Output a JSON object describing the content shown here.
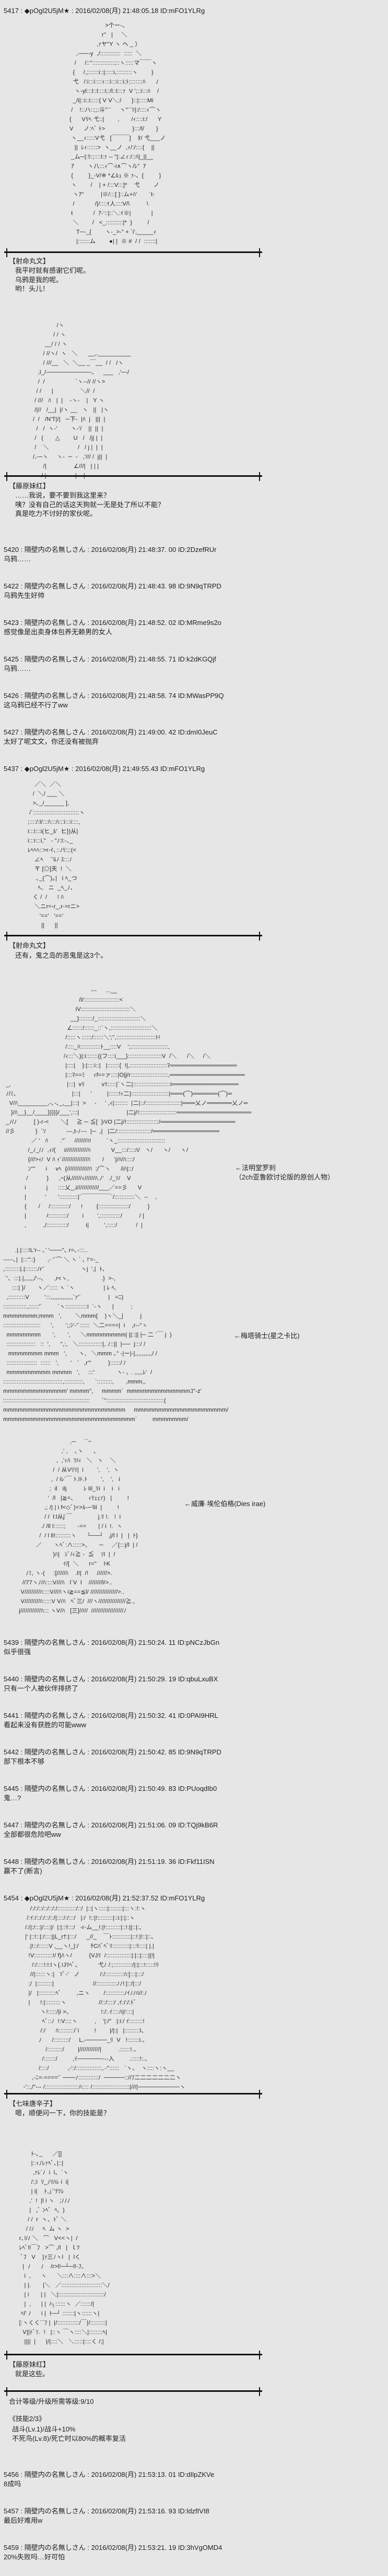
{
  "posts": {
    "p5417": {
      "header": "5417 : ◆pOgl2U5jM★ : 2016/02/08(月) 21:48:05.18 ID:mFO1YLRg"
    },
    "p5420": {
      "header": "5420 : 隔壁内の名無しさん : 2016/02/08(月) 21:48:37. 00 ID:2DzefRUr",
      "body": "乌鸦……"
    },
    "p5422": {
      "header": "5422 : 隔壁内の名無しさん : 2016/02/08(月) 21:48:43. 98 ID:9N9qTRPD",
      "body": "乌鸦先生好帅"
    },
    "p5423": {
      "header": "5423 : 隔壁内の名無しさん : 2016/02/08(月) 21:48:52. 02 ID:MRme9s2o",
      "body": "感觉像是出卖身体包养无赖男的女人"
    },
    "p5425": {
      "header": "5425 : 隔壁内の名無しさん : 2016/02/08(月) 21:48:55. 71 ID:k2dKGQjf",
      "body": "乌鸦……"
    },
    "p5426": {
      "header": "5426 : 隔壁内の名無しさん : 2016/02/08(月) 21:48:58. 74 ID:MWasPP9Q",
      "body": "这乌鸦已经不行了ww"
    },
    "p5427": {
      "header": "5427 : 隔壁内の名無しさん : 2016/02/08(月) 21:49:00. 42 ID:dmI0JeuC",
      "body": "太好了呢文文，你还没有被抛弃"
    },
    "p5437": {
      "header": "5437 : ◆pOgl2U5jM★ : 2016/02/08(月) 21:49:55.43 ID:mFO1YLRg"
    },
    "p5439": {
      "header": "5439 : 隔壁内の名無しさん : 2016/02/08(月) 21:50:24. 11 ID:pNCzJbGn",
      "body": "似乎很强"
    },
    "p5440": {
      "header": "5440 : 隔壁内の名無しさん : 2016/02/08(月) 21:50:29. 19 ID:qbuLxuBX",
      "body": "只有一个人被伙伴排挤了"
    },
    "p5441": {
      "header": "5441 : 隔壁内の名無しさん : 2016/02/08(月) 21:50:32. 41 ID:0PAI9HRL",
      "body": "看起来没有获胜的可能www"
    },
    "p5442": {
      "header": "5442 : 隔壁内の名無しさん : 2016/02/08(月) 21:50:42. 85 ID:9N9qTRPD",
      "body": "部下根本不够"
    },
    "p5445": {
      "header": "5445 : 隔壁内の名無しさん : 2016/02/08(月) 21:50:49. 83 ID:PUoqdIb0",
      "body": "鬼…?"
    },
    "p5447": {
      "header": "5447 : 隔壁内の名無しさん : 2016/02/08(月) 21:51:06. 09 ID:TQj9kB6R",
      "body": "全部都很危险吧ww"
    },
    "p5448": {
      "header": "5448 : 隔壁内の名無しさん : 2016/02/08(月) 21:51:19. 36 ID:Fkf11ISN",
      "body": "赢不了(断言)"
    },
    "p5454": {
      "header": "5454 : ◆pOgl2U5jM★ : 2016/02/08(月) 21:52:37.52 ID:mFO1YLRg"
    },
    "p5456": {
      "header": "5456 : 隔壁内の名無しさん : 2016/02/08(月) 21:53:13. 01 ID:dIlpZKVe",
      "body": "8成吗"
    },
    "p5457": {
      "header": "5457 : 隔壁内の名無しさん : 2016/02/08(月) 21:53:16. 93 ID:ldzfIVI8",
      "body": "最后好难用w"
    },
    "p5459": {
      "header": "5459 : 隔壁内の名無しさん : 2016/02/08(月) 21:53:21. 19 ID:3hVgOMD4",
      "body": "20%失败吗…好可怕"
    }
  },
  "dialogs": {
    "d1": {
      "speaker": "【射命丸文】",
      "lines": [
        "我平时就有感谢它们呢。",
        "乌鸦是我的呢。",
        "哟！头儿！"
      ]
    },
    "d2": {
      "speaker": "【藤原妹红】",
      "lines": [
        "……我说，要不要到我这里来？",
        "咦？没有自己的话这天狗就一无是处了所以不能？",
        "真是吃力不讨好的家伙呢。"
      ]
    },
    "d3": {
      "speaker": "【射命丸文】",
      "lines": [
        "还有，鬼之岛的恶鬼是这3个。"
      ]
    },
    "d4": {
      "speaker": "【七味唐辛子】",
      "lines": [
        "嗯，顺便问一下，你的技能是？"
      ]
    },
    "d5": {
      "speaker": "【藤原妹红】",
      "lines": [
        "就是这些。"
      ]
    }
  },
  "annotations": {
    "rasetsu": [
      "←法明堂罗刹",
      "（2ch亚鲁欧讨论版的原创人物）"
    ],
    "metaknight": "←梅塔骑士(星之卡比)",
    "wilhelm": "←威廉·埃伦伯格(Dies irae)"
  },
  "status": {
    "level": "合计等级/升级所需等级:9/10",
    "skills_title": "《技能2/3》",
    "skills": [
      "战斗(Lv.1)/战斗+10%",
      "不死鸟(Lv.8)/死亡时以80%的概率复活"
    ]
  },
  "ascii_art": {
    "aya_doll": [
      "                         >个ー-、",
      "                       r''   |     ＼",
      "                    ,ｧヤ\"Y ヽ ヘ _ ）",
      "        ,-──-y  ,/::::::::::::  :::::  ＼",
      "       /     /::'':::::::::::::;::ヽ:::::マ￣￣ヽ",
      "      {     /,;::::::i::|:::::i,:::::::::ヽ        }",
      "      弋   /:i:::i::::ｨ:::i:::i:::i;ﾄ;:::::::ﾊ      ﾉ",
      "       ヽ-yl:::l::l::::i;:/l::l:::ｧ  V ';::i:::ﾊ    /",
      "      _/i|::i::i:::::{ V V＼:/      }::|:::::Mi",
      "     /    !::ハ::;;:斗\"¨¨     ヽ\"¨¨ｿ|:/::::ｨ⌒ヽ",
      "    {      Vﾘﾍ 弋::|        ,       /ｨ::::i:/      Y",
      "    V      ノ:ﾍﾞ ﾄ>                }:::/l/       }",
      "     ヽ__ｨ:::::V弋   [￣￣￣]    ﾀ/ 弋___ノ",
      "       ||  ﾚｨ::::::>  ヽ__ノ  ,ｨ/:/::::{    ||",
      "     _ム─|:ﾘ:;::::l:ｧ ‐- \"|:∠ｨ:/::ﾊ|_||__",
      "     ｱ        ヽ八:::ｨ⌒-i∧⌒ヽ/ﾚ\"  ｱ",
      "     {         }_-V/※ *∠ﾙｭ ※ ｧ-、{         }",
      "     ヽ        /    | + /:::V:::]*    弋        ノ",
      "      ヽｱ\"          |※/:::[ ]::ム+ﾊ'       `t-",
      "      /            /|/::::ｲ人::::V/\\          \\",
      "     t            /  ｱ-'::|::＼:ｲ※|            |",
      "      ＼        /   <_::::::::::|*  }         /",
      "        T─-_{        ヽ-_>-\" + `i',_____ｨ",
      "        |:::::::ム        ●| |  ※ #  / /  :::::::|"
    ],
    "aya_crow": [
      "                  /ヽ",
      "                / / ヽ",
      "           __/ / / ヽ",
      "          / //ヽ/  ヽ   ＼      __,.__________",
      "          / ///__   ＼  ＼__ _￣__  / /   /ヽ",
      "       ,l_/-──────────-､     ___   ,'─-/",
      "       /  /                  `ヽ--// //ヽ>",
      "      / /      |                ＼//  /",
      "     / ///   ﾊ   |  |    -ヽ-    |   Y ヽ",
      "     /|//   /__|  |/ヽ __   ヽ   ||   |ヽ",
      "    /  /   /N'T|/|   ─下-  |ﾊ  j   |||  |",
      "      /   /  ヽ-'        ヽ-'/    ||  ||  |",
      "     /   (       △        U   /   /j| |  |",
      "     /    ＼                 /   / j |  |  |",
      "    /,-─ヽ     ヽ-  ─  ‐   ,'/// /  j||  |",
      "          /|                ∠///|   | | |",
      "         / j                 |    |"
    ],
    "aya_small": [
      "        ／＼  ／＼",
      "       /  ＼/ ___ ＼",
      "       >､_/______ ],",
      "     /´:::::::::::::::::::::::::::ヽ",
      "    ;::::/:l/:::ﾊ:::ﾊ:::i:::i::::,",
      "    i:::i:::i(ヒ_ﾙ'  ヒ})从|",
      "    i:::i:::i,\"   ‐ \"ﾉ:l:-､_",
      "    ﾚﾍﾍﾍ::>r-ｲ､::ﾉﾘ:;:(<",
      "        ∠ﾍ    `'ﾙﾉ ｽ:::ﾉ",
      "        〒 [◎]天  !  ＼",
      "         ､_(⌒)｡|   i ﾍ_つ",
      "          ﾍ、 ニ  _ﾍ_ﾉ、",
      "       く /  /      ! ﾊ",
      "        ＼ニr=-r_,r-=rニ>",
      "           '=='   '=='",
      "            ||      ||"
    ],
    "rasetsu": [
      "                                                   ---     ...__",
      "                                            /l/:::::::::::::::::::::<",
      "                                          iV:::::::::::::::::::::::::::::＼",
      "                                       __}::::::::/_:::::::::::::::::::::::::＼",
      "                                     ∠::::::/::::::_::`ヽ,::::::::::::::::::::::::＼",
      "                                    /:::::ヽ::::::/::::::＼';'',:::::::::::::::::::::::ﾄ!",
      "                                    /::::_ﾊ::::::::::::ﾄ__::::V    ';::::::::::::::::::::::,",
      "                                   /ｨ:::＼)|:i:::::::{(フ::::i___}::::::::::::::::::::V  /＼      /＼     /＼",
      "                                    |::::|    }:|::::i::|   |:::::::{  !|,::::::::::::::::::::::ﾏ════════════════",
      "                                    |:::ﾏ==ﾐ     ｨf==ァ::::|O|j/r::::::::::::::::::::::,══════════════════",
      " _,                                 |:::|  vﾘ          vﾘ:::::|`ヽ二|::::::::::::::::::::::i════════════════",
      " ﾉ/ﾐ、                               |:::|      '         |::::::!ｨ二}::::::::::::::::::::::|═══(⌒)══════(⌒)═",
      "   V/ﾊ_________,-､-､_,__|:::|  >     -     ' ,ｨ|::::::::  |二|::/:::::::::::::::::::::|═══乂ノ══════乂ノ═",
      "    }/ﾊ__}__/____}}}}}/___',:::|                            |二j/!::::::::::::::::::::::══════════════════",
      " _ﾉ/ﾉ          [ )-r-<       ＼[     ≧ ─ ≦[  }ﾊ/O |二j/!:::::::::::::::::::/══════════════════",
      " //彡            }  `ｿ            ---,t-ﾉ---  |─  ,|   |二/::::::::::::::::::::/════════════════",
      "                ／ '   ﾊ       .\"´     ///////ﾊ!         `ヽ_::::::::::::::::::::::::::::",
      "              /_ﾉ_/ﾉ  ,ｨ/(     i/////////////ﾊ            V__:::/::::ﾊ/   ヽ/      ヽ/      ヽ/",
      "              {///>ｨ/  V ﾊ ｨ´///////////////ﾊ       /      'j/ﾊ/ﾊ::::/",
      "              ﾝ\"''      i     vﾍ  {/////////////ﾊ  ;/⌒ヽ      /iﾊ|::/",
      "             /           }      ,ｰ(从//////ｨ//////ﾊ.ﾉ'   ./_ｿ/    V",
      "            i            j      ::::乂_,i/////////////___／==彡      V",
      "            |           '       ':::::::::::|´￣￣￣￣￣`/::::::::::::＼  ‐‐    ,",
      "            {       /     /:::::::::::/      !        {::::::::::::::::::/          }",
      "            |            /:::::::::::/        i        ',::::::::::::/          / |",
      "            ,          ,/::::::::::::/          i|         ',:::::/           /  |"
    ],
    "metaknight": [
      "       .|.|::::!L'r-‐ ､' '───\"､ r=､-:::..",
      "‐‐‐‐-､|  |:::\"::}       ,- '´⌒ ＼ ヽ ` ､ !'=-_",
      ",:::::::::|.|:::::::ﾉr'´                     ヽj  ',|  ﾄ､",
      " `'、:::|.|,,,,,,/'‐-､      ,r<ヽ,                   .}  >-,",
      "     ::::| }/       ヽ／::::: ヽ `ヽ                 | ﾚ ﾍ,",
      "  ,::::::::::V         ':::,,,,,,,,,,,,,`ｧ'´                |   =ﾆ)",
      "::::::::::::::,::::::'´         `ヽ:::::::::::::i  `‐ヽ      |          ;",
      "mmmmmmm;mmm   ',        ＼mmm{    )ヽ＼_|          j",
      "::::::::::::::::::::::      ',       ';;ｼ'-'´::::::  ＼二====|  i    ,r-‐\"ヽ",
      "  mmmmmmm       ',       ',      ＼mmmmmmmm| ||::|| |─ 二 ´￣ j  )",
      "  :::::::::::::::::   ::  ',      \",:,   ＼::::::::::::::|, ﾉ::||  |──  j:::/ /",
      "   mmmmmmm mmm   ',       ヽ,   ＼mmm ､\" -|ー|-|,,,,,,,,,,/ /",
      "  ::::::::::::::::::  ::::::   ',       '   `   ,r'\"          }::::::/ /",
      "  mmmmmmmmm mmmm   ',     :::'             ヽ- ､ . ,,,,,ﾚ'  /",
      ":::::::::::::::::::::::::::::::::::,:::::::::::,      `:::::::::,       ,mmm,,",
      "mmmmmmmmmmmmm' mmmm'',     mmmm`  mmmmmmmmmmmmmｺ\"-z'",
      ":::::::::::::::::::::::::::::::::::::::::::::::::::       `''::::::::::::::::::::::::::::::::::(",
      "mmmmmmmmmmmmmmmmmmmmmmmmm     mmmmmmmmmmmmmmmmmmm/",
      "mmmmmmmmmmmmmmmmmmmmmmmmmmm`         mmmmmmm/"
    ],
    "wilhelm": [
      "                                   ,─     ``ｰ",
      "                              ,' ,    ､ヽ      ､",
      "                           ,  ,'ｨﾊ  ﾂ/ｨ   ＼   ヽ    ＼",
      "                         /  / 从Vﾘﾘ|  i        ',    ',  ヽ",
      "                        ,  / iﾚ´￣ ﾄ.lﾄ.ﾄ        ',    ',   i",
      "                       ;  il   ilj          ﾚ lil_ﾘi  i    i   i",
      "                      '  /l   |≧=、       ｨﾘｪｪｧ)   |         !",
      "                    ,; /| | i f<◇ﾞ)=>ﾙ-─'lil  |         !",
      "                    / /  l:l从j´￣               j.ﾘ !.   !  i",
      "                  ./ /ll l::::::;       -==       | / i  !.  ヽ",
      "                 /  / l ll!:::::::::ヽ      └──┘   ,j/l l  |   |  ﾄ}",
      "               ／       ヽﾍﾞ:∧:::::>、     ─     ／{:::j/l  | /",
      "                         )ﾊ|   ｼﾞ/ｨ≧ -  ≦    ｿl  |  /",
      "                               ｲ/[  ＼      r=\"    ﾄK",
      "         ﾉﾐ, ヽ-(     :[/////ﾊ    .l!|  /!     //////>.",
      "       //77ヽﾉ/ﾊ::::V///ﾊ   l`V  l    ////////l/>..",
      "      V/////////ﾊ::::V///ﾊヽi≧==≦l/ ////////////////>..",
      "      V/////////ﾊ:::::V V/ﾊ   ﾍﾞ三/  ///ヽ////////////////≧.,",
      "     j////////////ﾊ::: ヽV/ﾊ   [三]/////  ///////////////////ﾉ"
    ],
    "kaguya_fc": [
      "           /:/:/::/::/::/:/:::::::::::/::/  |::|ヽ:::::|::::::::|:::ヽ:!:ヽ",
      "         /:ｲ:/::/:/::/::/|::::/:/:::/   |:/  !::|!:::::::::|::i:|:|::ヽ",
      "        /:/|:/:::|/::::|/  |:|::ﾘ:::/   ‐r-ム__!:|!:::::::::|::!:||::|:、",
      "        |' |::!::|:/::::||L_rﾅ:|:::/      _//_    ￣ﾄ:::::::::::|::!:|!::|::、",
      "          .|!::/::::::V ,__ヽ!_|:/       ﾁCﾊﾞﾍﾞﾘ::::::::::|:::ﾘ::::| |.|",
      "          !V:::::::::::!/ f}ﾊヽ/          {VJﾘ  /:::::::::::::::|:|::|::::||!|",
      "            /:/::::!:!:lヽ{.!Jﾘﾍﾞ、          弋ﾉ /:;:::::::::::/|:|:::!:::::!ﾘ",
      "           //|::::::ヽ:|   ｿﾞ-'   ノ            /:/:::::::::::ﾊ:[:::|:::/",
      "          ;/  |:::::::::|                       //::::::::::::ﾉﾉ!:|::/|:::/",
      "          |/   |::::::::::ﾍﾞ         ,ニヽ        /:::::::::::ﾉｲﾉﾉﾊ//:ﾉ",
      "          |      !:|:::::::::ヽ                   //::/::::/ ,ｲ:/:/:ﾄﾞ",
      "                 ヽ!:::::/|i >、                 !:/:.ｲ::::ﾊ|/::::|",
      "                  ﾍﾞ::ﾉ  !:V::::ヽ          ,    '|:/\"   |:i:/ ｲ::::::::!",
      "                 /:/      ﾊ:::::::::/`i         !        |/|:|   |:::::::::l、",
      "                ﾉ      /:::::::::/     L,-─────_ﾘ  V   !:::::::i.、",
      "                    /:::::::::/        |////////////|          .::::::!.、",
      "                  /:::::::/         ,ｲ──────---入         .:::::!:.、",
      "                /::::/           ,-':/:::::::::::::::,.-\"::::::   `ヽ、  ヽ::::ヽ:ヽ__",
      "            ,-ﾆ=-===='´ ───ﾉ::::::::::::/  ─────:://ﾌ二二二二二二二ヽ",
      "       ‐'::,/\"‐‐‐ /::::::::::::::::::::ﾊ:::: /::::::::::::::::::::::|///|──────────ヽ"
    ],
    "tengu_girl": [
      "              ﾄ-､_      ／[]",
      "              |::ｨﾉﾚｧﾍﾞ､|::|",
      "               ,ｧﾚ´ﾉ  i  l、`ヽ",
      "              /:;i  ﾘ_ﾉﾘﾊﾚ i  i|",
      "              | i|    ﾄ,｣`'ﾃﾂﾚ",
      "             ,'  !  |l i ヽ   ;ﾉﾉﾉ",
      "             |   ,ﾞ ﾝﾍﾞ  ﾍ,  )",
      "            / /  r  ヽ、ﾄﾞ ＼",
      "           / /ﾉ     ﾍ  ム ヽ  >",
      "       r､!/ﾉ ＼   ⌒   V<<ヽ|  /",
      "       ﾚﾍﾞl!￣ﾌ   >⌒ ,/l   |  ｌﾂ",
      "        ﾞﾌ   V    }ｧ三ﾉヽl   |  lく",
      "         |  ﾉ      ﾉ    /r>l!─┴─l!-ﾌ、",
      "          i  ,      ヽ      ＼:::∧::::∧:::>＼",
      "          | |.       |＼   ／::::::::::::::::::::::::＼/",
      "          | i       | |   ＼|:::::::::::::::::::::::::::/",
      "          |  ,      | |  /┐::::::ヽ  ／::::::/|",
      "        ﾍl' ﾉ      i |  ﾄ─┘ :::::::|ヽ::::::ヽ|",
      "       [:ヽくく´`ﾌ |  |/:::::::::::::/￣|/:::::::::|",
      "         V||ﾄﾞｿ.  !   |::ヽ ￣ヽ::::＼|::::::::ﾍ|",
      "          ||||  |      |/|::::＼   ＼:::::|::::く /;|"
    ]
  },
  "colors": {
    "background": "#e6e6e6",
    "text": "#1e1e1e",
    "divider": "#111111"
  }
}
